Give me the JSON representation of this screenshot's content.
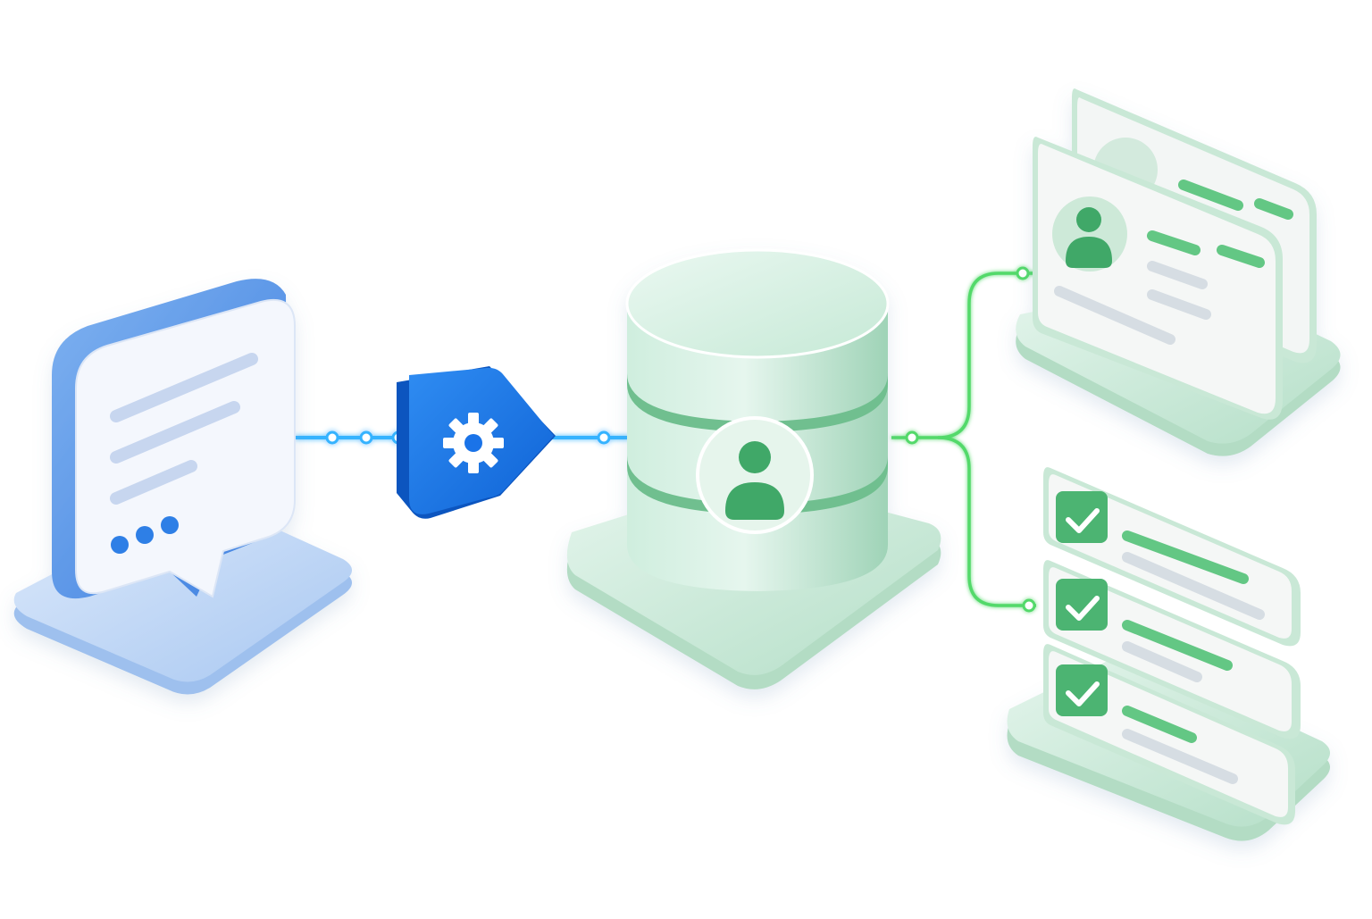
{
  "diagram": {
    "nodes": [
      {
        "id": "chat-message",
        "kind": "speech-bubble",
        "icon": "chat-bubble-icon",
        "color": "#3f86e8"
      },
      {
        "id": "processor",
        "kind": "hexagon-tag",
        "icon": "gear-icon",
        "color": "#1f7ae8"
      },
      {
        "id": "user-database",
        "kind": "cylinder",
        "icon": "user-icon",
        "color": "#8fd0ad"
      },
      {
        "id": "profile-cards",
        "kind": "card-stack",
        "icon": "user-icon",
        "color": "#a8dcc0"
      },
      {
        "id": "checklist",
        "kind": "checklist-stack",
        "icon": "checkbox-icon",
        "color": "#4cb472",
        "checked_count": 3
      }
    ],
    "edges": [
      {
        "from": "chat-message",
        "to": "processor",
        "color": "#34b3ff"
      },
      {
        "from": "processor",
        "to": "user-database",
        "color": "#34b3ff"
      },
      {
        "from": "user-database",
        "to": "profile-cards",
        "color": "#52d96a"
      },
      {
        "from": "user-database",
        "to": "checklist",
        "color": "#52d96a"
      }
    ]
  },
  "colors": {
    "blue_accent": "#1f7ae8",
    "blue_light": "#c7dbf7",
    "green_accent": "#3fa868",
    "green_light": "#cdebdc",
    "connector_blue": "#34b3ff",
    "connector_green": "#52d96a"
  }
}
